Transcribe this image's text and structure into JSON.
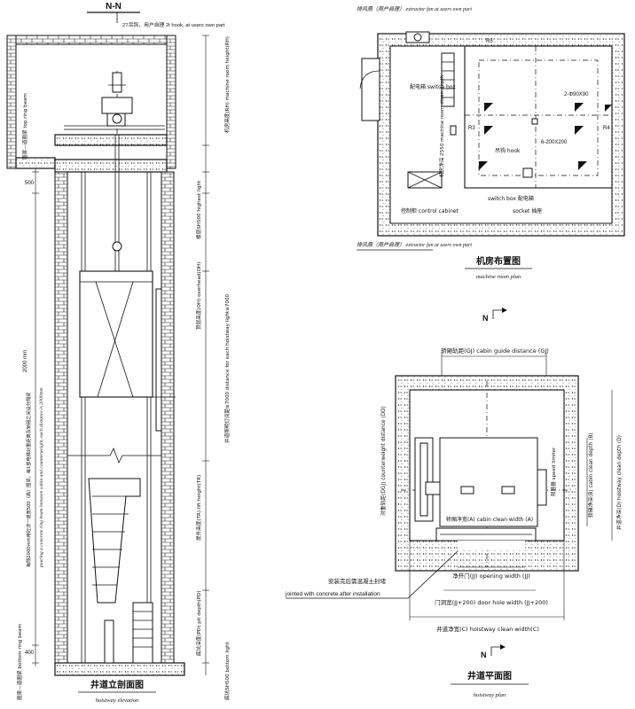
{
  "elevation": {
    "section_mark": "N-N",
    "hook_note": "2T吊钩，用户自理  2t hook, at users own part",
    "dim_500": "500",
    "dim_400": "400",
    "dim_2000": "2000 mm",
    "machine_room_height": "机房高度(RH)  machine room height(RH)",
    "top_ring_beam": "圈梁—道圈梁  top ring beam",
    "highest_light": "楼层SH500  highest light",
    "overhead": "顶层高度(OH)  overhead(OH)",
    "ring_beam_note": "每隔2000mm用砼浇一道宽500（高）圈梁，每1部电梯对重距离及轿厢之间设分隔梁",
    "ring_beam_note_en": "pouring a concrete ring beam between cabin and counterweight, each distance is 2000mm",
    "hoistway_light": "井道照明灯间距≤7000  distance for each hoistway light≤7000",
    "lift_height": "提升高度(TR)  lift height(TR)",
    "pit_depth": "底坑深度(PD)  pit depth(PD)",
    "bottom_ring_beam": "圈梁—道圈梁  bottom ring beam",
    "bottom_light": "底坑SH500  bottom light",
    "title_cn": "井道立剖面图",
    "title_en": "hoistway elevation"
  },
  "machine_room": {
    "fan_top": "排风扇（用户自理）  extractor fan at users own part",
    "fan_bottom": "排风扇（用户自理）  extractor fan at users own part",
    "switch_box": "配电箱  switch box",
    "clean_depth": "机房净深 2550  machine room clean depth",
    "r3": "R3",
    "r5": "R5",
    "r4": "R4",
    "note_2090": "2-Φ90X90",
    "note_6200": "6-200X200",
    "hook": "吊钩  hook",
    "switch_box_2": "switch box 配电箱",
    "socket": "socket 插座",
    "control_cabinet": "控制柜  control cabinet",
    "title_cn": "机房布置图",
    "title_en": "machine room plan",
    "north": "N"
  },
  "plan": {
    "cabin_guide": "轿厢轨距(GJ)  cabin guide distance (GJ)",
    "counterweight": "对重轨距(DGJ)  counterweight distance (DD)",
    "speed_limiter": "限速器  speed limiter",
    "cabin_clean_depth": "轿厢净深(B)  cabin clean depth (B)",
    "hoistway_clean_depth": "井道净深(D)  hoistway clean depth (D)",
    "cabin_clean_width": "轿厢净宽(A)  cabin clean width (A)",
    "jointed_cn": "安装完后需混凝土封堵",
    "jointed_en": "jointed with concrete after installation",
    "opening_width": "净开门(JJ)  opening width (JJ)",
    "door_hole_width": "门洞宽(JJ+200)  door hole width (JJ+200)",
    "hoistway_clean_width": "井道净宽(C)  hoistway clean width(C)",
    "title_cn": "井道平面图",
    "title_en": "hoistway plan",
    "north": "N"
  }
}
